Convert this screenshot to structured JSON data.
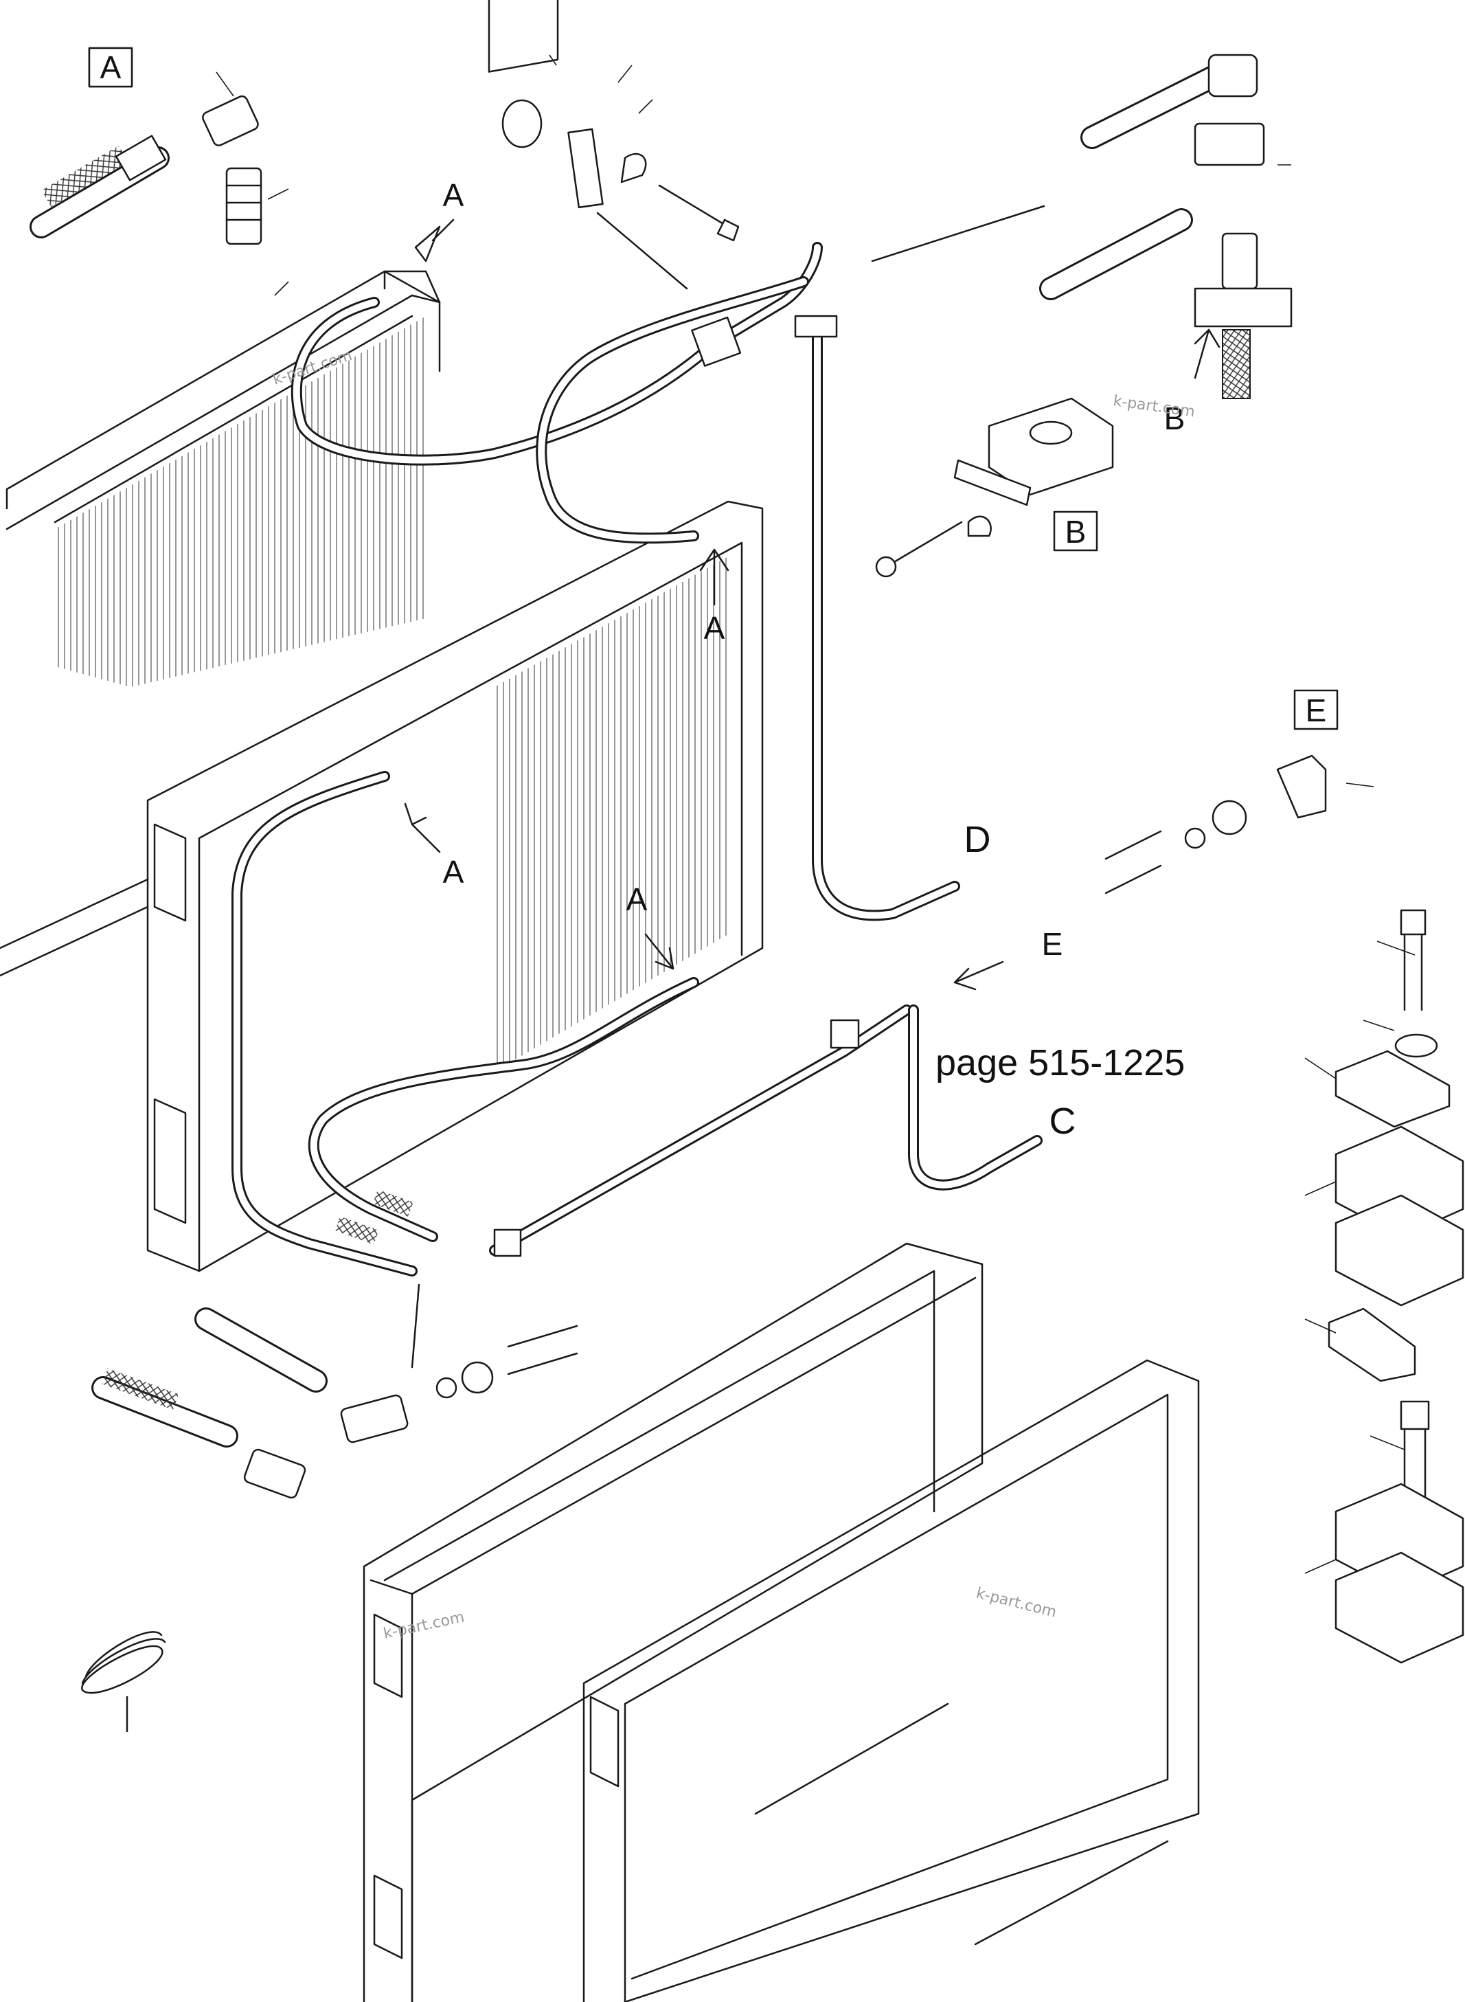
{
  "labels": {
    "detail_a_box": "A",
    "detail_b_box": "B",
    "detail_e_box": "E",
    "arrow_a_1": "A",
    "arrow_a_2": "A",
    "arrow_a_3": "A",
    "arrow_a_4": "A",
    "arrow_b": "B",
    "pipe_d": "D",
    "pipe_c": "C",
    "arrow_e": "E",
    "page_ref": "page 515-1225"
  },
  "watermarks": [
    "k-part.com",
    "k-part.com",
    "k-part.com",
    "k-part.com"
  ]
}
